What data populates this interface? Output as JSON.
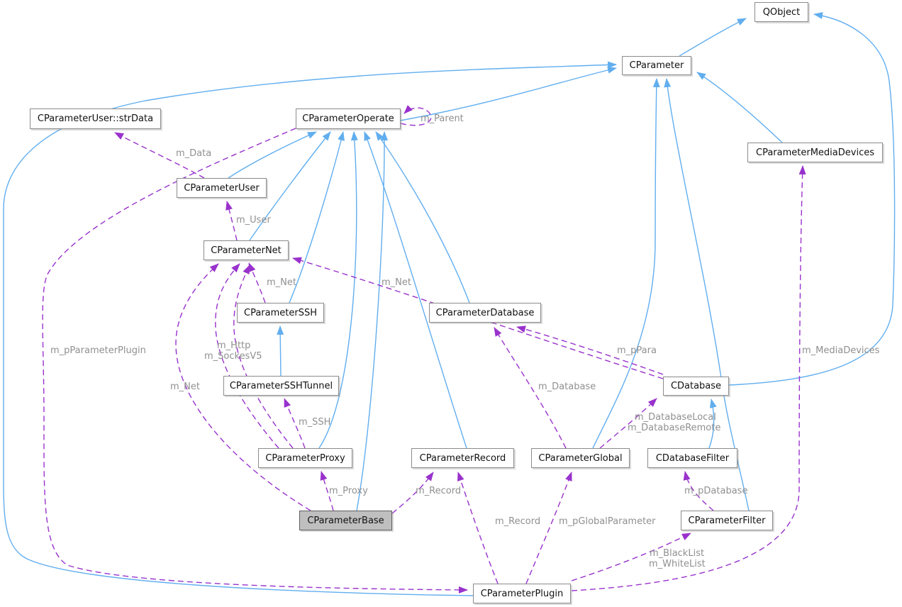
{
  "diagram": {
    "type": "class-collaboration-graph",
    "highlighted_node": "CParameterBase",
    "colors": {
      "background": "#FFFFFF",
      "inheritance_edge": "#61AEEF",
      "member_edge": "#9932CC",
      "edge_label_text": "#909090",
      "node_fill": "#FFFFFF",
      "node_border": "#8B8B8B",
      "highlighted_node_fill": "#BFBFBF"
    }
  },
  "nodes": [
    {
      "id": "qobject",
      "label": "QObject"
    },
    {
      "id": "cparameter",
      "label": "CParameter"
    },
    {
      "id": "cparameteruser-strdata",
      "label": "CParameterUser::strData"
    },
    {
      "id": "cparameteroperate",
      "label": "CParameterOperate"
    },
    {
      "id": "cparametermediadevices",
      "label": "CParameterMediaDevices"
    },
    {
      "id": "cparameteruser",
      "label": "CParameterUser"
    },
    {
      "id": "cparameternet",
      "label": "CParameterNet"
    },
    {
      "id": "cparameterssh",
      "label": "CParameterSSH"
    },
    {
      "id": "cparametersshtunnel",
      "label": "CParameterSSHTunnel"
    },
    {
      "id": "cparameterdatabase",
      "label": "CParameterDatabase"
    },
    {
      "id": "cdatabase",
      "label": "CDatabase"
    },
    {
      "id": "cparameterproxy",
      "label": "CParameterProxy"
    },
    {
      "id": "cparameterrecord",
      "label": "CParameterRecord"
    },
    {
      "id": "cparameterglobal",
      "label": "CParameterGlobal"
    },
    {
      "id": "cdatabasefilter",
      "label": "CDatabaseFilter"
    },
    {
      "id": "cparameterbase",
      "label": "CParameterBase"
    },
    {
      "id": "cparameterfilter",
      "label": "CParameterFilter"
    },
    {
      "id": "cparameterplugin",
      "label": "CParameterPlugin"
    }
  ],
  "edges": {
    "inheritance": [
      {
        "from": "CParameter",
        "to": "QObject"
      },
      {
        "from": "CDatabase",
        "to": "QObject"
      },
      {
        "from": "CParameterOperate",
        "to": "CParameter"
      },
      {
        "from": "CParameterMediaDevices",
        "to": "CParameter"
      },
      {
        "from": "CParameterPlugin",
        "to": "CParameter"
      },
      {
        "from": "CParameterGlobal",
        "to": "CParameter"
      },
      {
        "from": "CParameterFilter",
        "to": "CParameter"
      },
      {
        "from": "CParameterUser",
        "to": "CParameterOperate"
      },
      {
        "from": "CParameterNet",
        "to": "CParameterOperate"
      },
      {
        "from": "CParameterSSH",
        "to": "CParameterOperate"
      },
      {
        "from": "CParameterProxy",
        "to": "CParameterOperate"
      },
      {
        "from": "CParameterRecord",
        "to": "CParameterOperate"
      },
      {
        "from": "CParameterDatabase",
        "to": "CParameterOperate"
      },
      {
        "from": "CParameterBase",
        "to": "CParameterOperate"
      },
      {
        "from": "CParameterSSHTunnel",
        "to": "CParameterSSH"
      },
      {
        "from": "CDatabaseFilter",
        "to": "CDatabase"
      }
    ],
    "members": [
      {
        "from": "CParameterUser",
        "to": "CParameterUser::strData",
        "label": "m_Data"
      },
      {
        "from": "CParameterOperate",
        "to": "CParameterOperate",
        "label": "m_Parent"
      },
      {
        "from": "CParameterNet",
        "to": "CParameterUser",
        "label": "m_User"
      },
      {
        "from": "CParameterSSH",
        "to": "CParameterNet",
        "label": "m_Net"
      },
      {
        "from": "CDatabase",
        "to": "CParameterNet",
        "label": "m_Net"
      },
      {
        "from": "CParameterBase",
        "to": "CParameterNet",
        "label": "m_Net"
      },
      {
        "from": "CParameterProxy",
        "to": "CParameterNet",
        "label": "m_Http"
      },
      {
        "from": "CParameterProxy",
        "to": "CParameterNet",
        "label": "m_SockesV5"
      },
      {
        "from": "CParameterProxy",
        "to": "CParameterSSHTunnel",
        "label": "m_SSH"
      },
      {
        "from": "CParameterBase",
        "to": "CParameterProxy",
        "label": "m_Proxy"
      },
      {
        "from": "CParameterBase",
        "to": "CParameterRecord",
        "label": "m_Record"
      },
      {
        "from": "CParameterPlugin",
        "to": "CParameterRecord",
        "label": "m_Record"
      },
      {
        "from": "CParameterPlugin",
        "to": "CParameterGlobal",
        "label": "m_pGlobalParameter"
      },
      {
        "from": "CParameterGlobal",
        "to": "CParameterDatabase",
        "label": "m_Database"
      },
      {
        "from": "CDatabase",
        "to": "CParameterDatabase",
        "label": "m_pPara"
      },
      {
        "from": "CParameterGlobal",
        "to": "CDatabase",
        "label": "m_DatabaseLocal m_DatabaseRemote"
      },
      {
        "from": "CParameterFilter",
        "to": "CDatabaseFilter",
        "label": "m_pDatabase"
      },
      {
        "from": "CParameterPlugin",
        "to": "CParameterFilter",
        "label": "m_BlackList m_WhiteList"
      },
      {
        "from": "CParameterPlugin",
        "to": "CParameterMediaDevices",
        "label": "m_MediaDevices"
      },
      {
        "from": "CParameterOperate",
        "to": "CParameterPlugin",
        "label": "m_pParameterPlugin"
      }
    ]
  },
  "edge_labels": [
    {
      "text": "m_Parent"
    },
    {
      "text": "m_Data"
    },
    {
      "text": "m_User"
    },
    {
      "text": "m_Net"
    },
    {
      "text": "m_Net"
    },
    {
      "text": "m_Net"
    },
    {
      "text": "m_Http"
    },
    {
      "text": "m_SockesV5"
    },
    {
      "text": "m_pParameterPlugin"
    },
    {
      "text": "m_SSH"
    },
    {
      "text": "m_Database"
    },
    {
      "text": "m_pPara"
    },
    {
      "text": "m_MediaDevices"
    },
    {
      "text": "m_DatabaseLocal"
    },
    {
      "text": "m_DatabaseRemote"
    },
    {
      "text": "m_Proxy"
    },
    {
      "text": "m_Record"
    },
    {
      "text": "m_Record"
    },
    {
      "text": "m_pGlobalParameter"
    },
    {
      "text": "m_pDatabase"
    },
    {
      "text": "m_BlackList"
    },
    {
      "text": "m_WhiteList"
    }
  ]
}
